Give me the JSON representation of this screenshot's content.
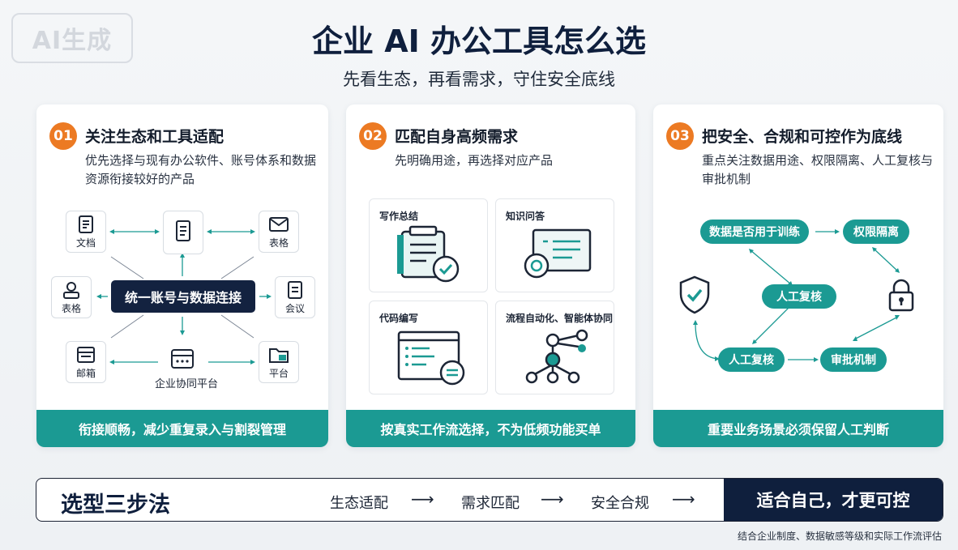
{
  "watermark": "AI生成",
  "title": "企业 AI 办公工具怎么选",
  "subtitle": "先看生态，再看需求，守住安全底线",
  "cards": [
    {
      "num": "01",
      "title": "关注生态和工具适配",
      "desc": "优先选择与现有办公软件、账号体系和数据资源衔接较好的产品",
      "center": "统一账号与数据连接",
      "nodes": [
        "文档",
        "表格",
        "表格",
        "会议",
        "邮箱",
        "平台"
      ],
      "hub": "企业协同平台",
      "foot": "衔接顺畅，减少重复录入与割裂管理"
    },
    {
      "num": "02",
      "title": "匹配自身高频需求",
      "desc": "先明确用途，再选择对应产品",
      "tiles": [
        "写作总结",
        "知识问答",
        "代码编写",
        "流程自动化、智能体协同"
      ],
      "foot": "按真实工作流选择，不为低频功能买单"
    },
    {
      "num": "03",
      "title": "把安全、合规和可控作为底线",
      "desc": "重点关注数据用途、权限隔离、人工复核与审批机制",
      "pills": [
        "数据是否用于训练",
        "权限隔离",
        "人工复核",
        "人工复核",
        "审批机制"
      ],
      "foot": "重要业务场景必须保留人工判断"
    }
  ],
  "steps": {
    "title": "选型三步法",
    "items": [
      "生态适配",
      "需求匹配",
      "安全合规"
    ],
    "arrow": "⟶",
    "result": "适合自己，才更可控"
  },
  "footnote": "结合企业制度、数据敏感等级和实际工作流评估",
  "colors": {
    "accent": "#1b9a93",
    "orange": "#ec7a23",
    "navy": "#0f1f3d"
  },
  "icons": [
    "document-icon",
    "mail-icon",
    "user-id-icon",
    "meeting-icon",
    "inbox-icon",
    "folder-icon",
    "hub-icon",
    "clipboard-check-icon",
    "chat-screen-icon",
    "code-window-icon",
    "robot-arm-icon",
    "shield-check-icon",
    "lock-icon"
  ]
}
